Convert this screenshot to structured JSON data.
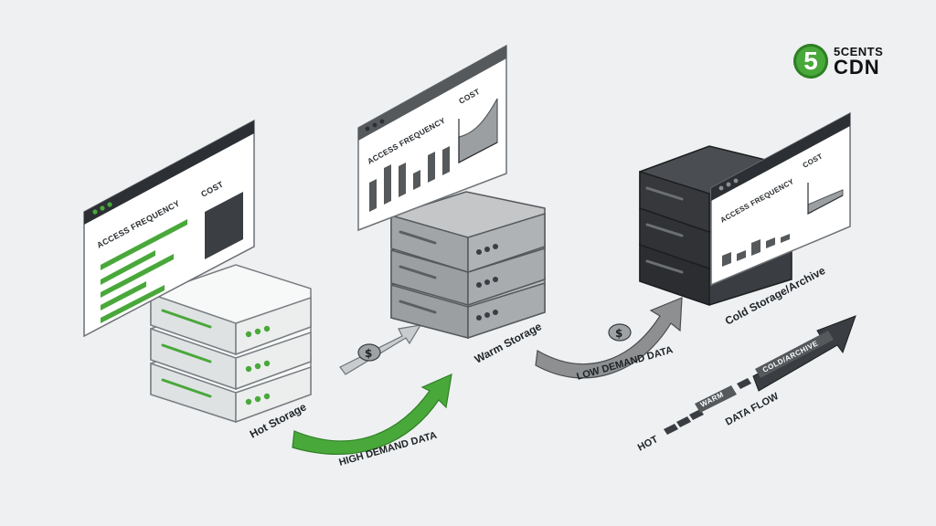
{
  "brand": {
    "number": "5",
    "line1": "5CENTS",
    "line2": "CDN",
    "color": "#49a83a"
  },
  "tiers": {
    "hot": {
      "label": "Hot Storage",
      "panel_access": "ACCESS FREQUENCY",
      "panel_cost": "COST"
    },
    "warm": {
      "label": "Warm Storage",
      "panel_access": "ACCESS FREQUENCY",
      "panel_cost": "COST"
    },
    "cold": {
      "label": "Cold Storage/Archive",
      "panel_access": "ACCESS FREQUENCY",
      "panel_cost": "COST"
    }
  },
  "arrows": {
    "high_demand": "HIGH DEMAND DATA",
    "low_demand": "LOW DEMAND DATA",
    "coin_symbol": "$"
  },
  "data_flow": {
    "label": "DATA FLOW",
    "hot": "HOT",
    "warm": "WARM",
    "cold": "COLD/ARCHIVE"
  },
  "colors": {
    "accent_green": "#49a83a",
    "warm_gray": "#8d8f91",
    "cold_dark": "#3a3d41",
    "hot_white": "#f5f6f6"
  }
}
